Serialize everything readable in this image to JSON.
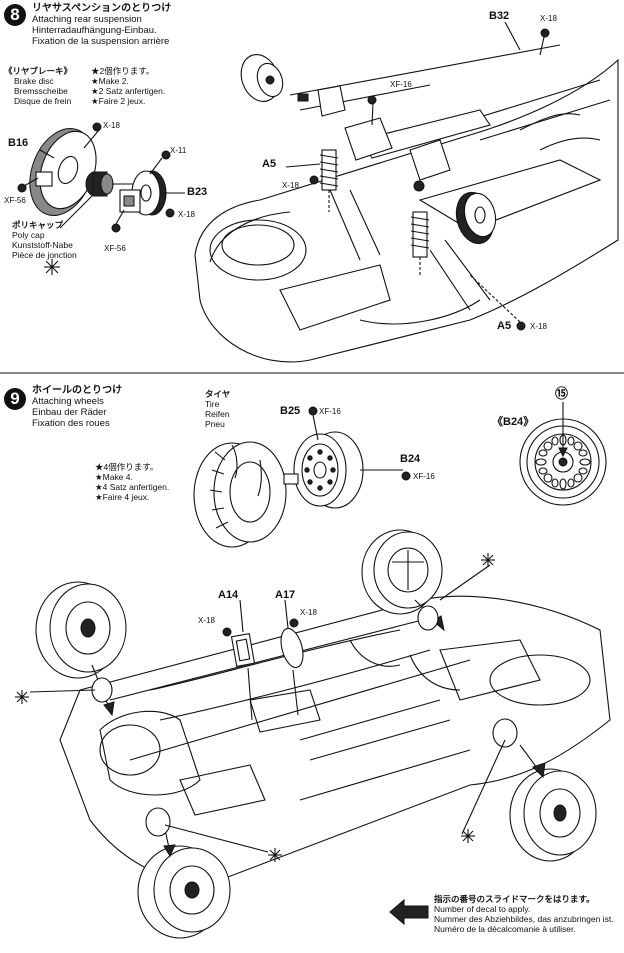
{
  "step8": {
    "number": "8",
    "title_jp": "リヤサスペンションのとりつけ",
    "title_en": "Attaching rear suspension",
    "title_de": "Hinterradaufhängung-Einbau.",
    "title_fr": "Fixation de la suspension arrière",
    "brake": {
      "jp": "《リヤブレーキ》",
      "en": "Brake disc",
      "de": "Bremsscheibe",
      "fr": "Disque de frein"
    },
    "make": {
      "jp": "★2個作ります。",
      "en": "★Make 2.",
      "de": "★2 Satz anfertigen.",
      "fr": "★Faire 2 jeux."
    },
    "polycap": {
      "jp": "ポリキャップ",
      "en": "Poly cap",
      "de": "Kunststoff-Nabe",
      "fr": "Pièce de jonction"
    },
    "labels": {
      "b16": "B16",
      "b23": "B23",
      "b32": "B32",
      "a5_left": "A5",
      "a5_right": "A5",
      "x18_a": "X-18",
      "x11": "X-11",
      "x18_b": "X-18",
      "xf56_a": "XF-56",
      "xf56_b": "XF-56",
      "x18_top": "X-18",
      "xf16": "XF-16",
      "x18_a5": "X-18",
      "x18_a5r": "X-18"
    }
  },
  "step9": {
    "number": "9",
    "title_jp": "ホイールのとりつけ",
    "title_en": "Attaching wheels",
    "title_de": "Einbau der Räder",
    "title_fr": "Fixation des roues",
    "tire": {
      "jp": "タイヤ",
      "en": "Tire",
      "de": "Reifen",
      "fr": "Pneu"
    },
    "make": {
      "jp": "★4個作ります。",
      "en": "★Make 4.",
      "de": "★4 Satz anfertigen.",
      "fr": "★Faire 4 jeux."
    },
    "labels": {
      "b25": "B25",
      "xf16_b25": "XF-16",
      "b24": "B24",
      "xf16_b24": "XF-16",
      "b24_view": "《B24》",
      "decal_no": "⑮",
      "a14": "A14",
      "a17": "A17",
      "x18_a14": "X-18",
      "x18_a17": "X-18"
    },
    "decal_note": {
      "jp": "指示の番号のスライドマークをはります。",
      "en": "Number of decal to apply.",
      "de": "Nummer des Abziehbildes, das anzubringen ist.",
      "fr": "Numéro de la décalcomanie à utiliser."
    }
  }
}
